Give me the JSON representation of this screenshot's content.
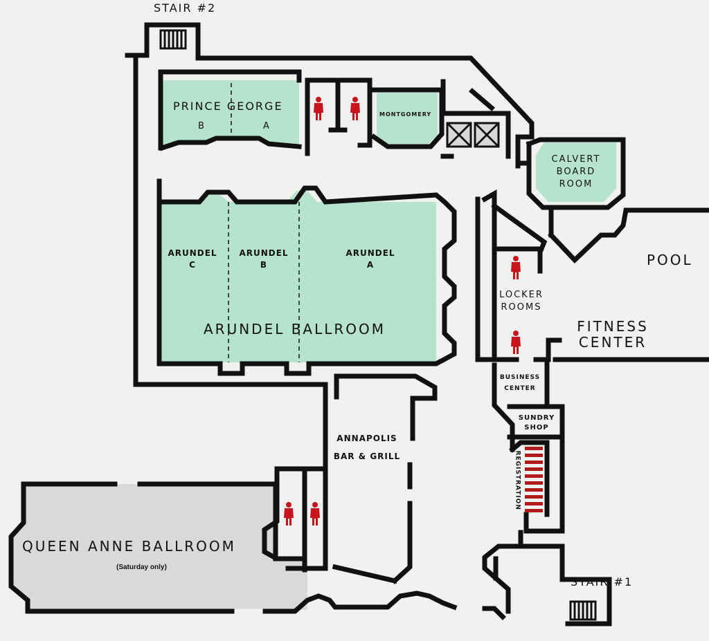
{
  "colors": {
    "room_fill": "#b5e3cd",
    "queen_anne_fill": "#d9d9d9",
    "wall": "#111111",
    "restroom_icon": "#c8151b",
    "registration_bars": "#b01a1a",
    "background": "#f1f1ef"
  },
  "stairs": {
    "stair2": "STAIR #2",
    "stair1": "STAIR #1"
  },
  "rooms": {
    "prince_george": {
      "name": "PRINCE GEORGE",
      "section_b": "B",
      "section_a": "A"
    },
    "montgomery": "MONTGOMERY",
    "calvert": {
      "line1": "CALVERT",
      "line2": "BOARD",
      "line3": "ROOM"
    },
    "arundel_c": {
      "line1": "ARUNDEL",
      "line2": "C"
    },
    "arundel_b": {
      "line1": "ARUNDEL",
      "line2": "B"
    },
    "arundel_a": {
      "line1": "ARUNDEL",
      "line2": "A"
    },
    "arundel_ballroom": "ARUNDEL BALLROOM",
    "pool": "POOL",
    "locker_rooms": {
      "line1": "LOCKER",
      "line2": "ROOMS"
    },
    "fitness_center": {
      "line1": "FITNESS",
      "line2": "CENTER"
    },
    "business_center": {
      "line1": "BUSINESS",
      "line2": "CENTER"
    },
    "sundry_shop": {
      "line1": "SUNDRY",
      "line2": "SHOP"
    },
    "registration": "REGISTRATION",
    "annapolis": {
      "line1": "ANNAPOLIS",
      "line2": "BAR & GRILL"
    },
    "queen_anne": {
      "name": "QUEEN ANNE BALLROOM",
      "note": "(Saturday only)"
    }
  },
  "icons": [
    "restroom-icon",
    "elevator-icon",
    "stair-icon"
  ]
}
